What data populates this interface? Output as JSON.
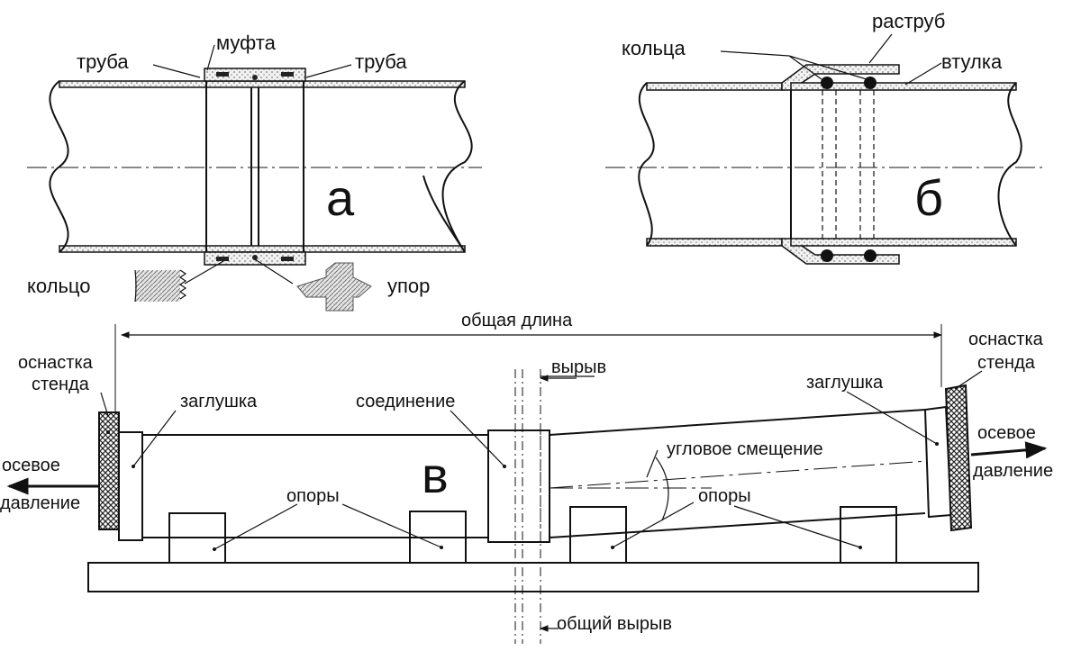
{
  "diagram_a": {
    "letter": "а",
    "labels": {
      "pipe_left": "труба",
      "coupling": "муфта",
      "pipe_right": "труба",
      "ring": "кольцо",
      "stop": "упор"
    }
  },
  "diagram_b": {
    "letter": "б",
    "labels": {
      "rings": "кольца",
      "socket": "раструб",
      "sleeve": "втулка"
    }
  },
  "diagram_v": {
    "letter": "в",
    "labels": {
      "total_length": "общая длина",
      "rig_left_line1": "оснастка",
      "rig_left_line2": "стенда",
      "rig_right_line1": "оснастка",
      "rig_right_line2": "стенда",
      "plug_left": "заглушка",
      "plug_right": "заглушка",
      "joint": "соединение",
      "pullout": "вырыв",
      "angular_offset": "угловое смещение",
      "axial_left_line1": "осевое",
      "axial_left_line2": "давление",
      "axial_right_line1": "осевое",
      "axial_right_line2": "давление",
      "supports_left": "опоры",
      "supports_right": "опоры",
      "total_pullout": "общий вырыв"
    }
  }
}
